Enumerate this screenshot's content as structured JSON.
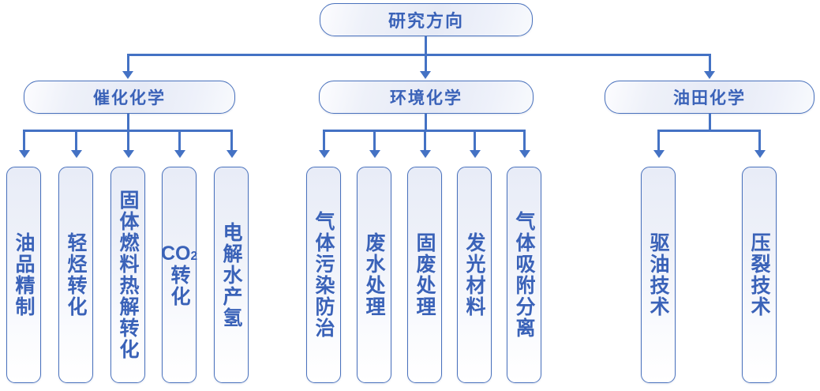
{
  "diagram": {
    "type": "organizational-tree",
    "orientation": "top-down",
    "colors": {
      "text": "#3a62b8",
      "border": "#4a72bd",
      "connector": "#4472c4",
      "box_fill_top": "#e8ecf7",
      "box_fill_bottom": "#ffffff",
      "background": "#ffffff"
    },
    "root": {
      "label": "研究方向"
    },
    "branches": [
      {
        "label": "催化化学",
        "children": [
          {
            "label": "油品精制"
          },
          {
            "label": "轻烃转化"
          },
          {
            "label": "固体燃料热解转化"
          },
          {
            "label": "CO2 转化",
            "formula": "CO",
            "formula_sub": "2",
            "rest": "转化"
          },
          {
            "label": "电解水产氢"
          }
        ]
      },
      {
        "label": "环境化学",
        "children": [
          {
            "label": "气体污染防治"
          },
          {
            "label": "废水处理"
          },
          {
            "label": "固废处理"
          },
          {
            "label": "发光材料"
          },
          {
            "label": "气体吸附分离"
          }
        ]
      },
      {
        "label": "油田化学",
        "children": [
          {
            "label": "驱油技术"
          },
          {
            "label": "压裂技术"
          }
        ]
      }
    ]
  }
}
